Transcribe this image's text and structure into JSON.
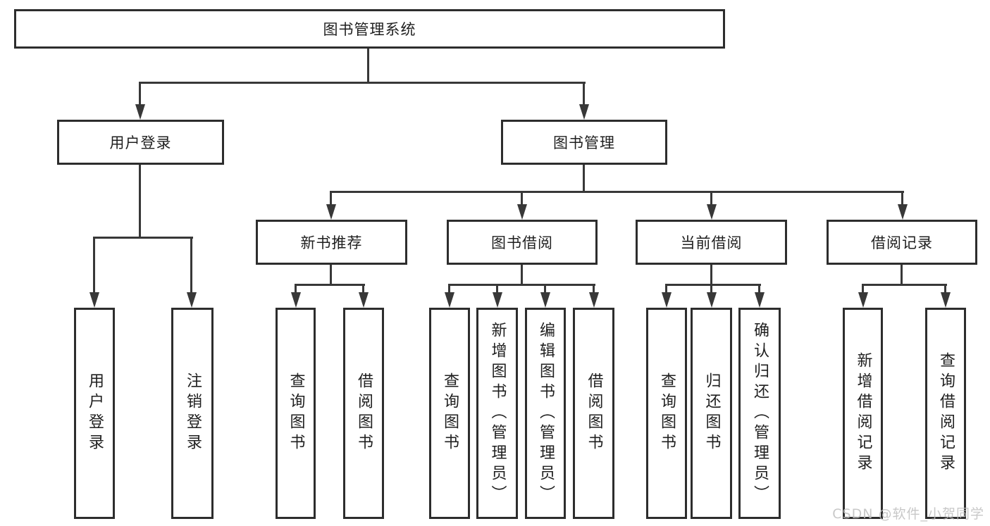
{
  "tree": {
    "label": "图书管理系统",
    "children": [
      {
        "label": "用户登录",
        "children": [
          {
            "label": "用户登录"
          },
          {
            "label": "注销登录"
          }
        ]
      },
      {
        "label": "图书管理",
        "children": [
          {
            "label": "新书推荐",
            "children": [
              {
                "label": "查询图书"
              },
              {
                "label": "借阅图书"
              }
            ]
          },
          {
            "label": "图书借阅",
            "children": [
              {
                "label": "查询图书"
              },
              {
                "label": "新增图书（管理员）"
              },
              {
                "label": "编辑图书（管理员）"
              },
              {
                "label": "借阅图书"
              }
            ]
          },
          {
            "label": "当前借阅",
            "children": [
              {
                "label": "查询图书"
              },
              {
                "label": "归还图书"
              },
              {
                "label": "确认归还（管理员）"
              }
            ]
          },
          {
            "label": "借阅记录",
            "children": [
              {
                "label": "新增借阅记录"
              },
              {
                "label": "查询借阅记录"
              }
            ]
          }
        ]
      }
    ]
  },
  "watermark": {
    "text": "CSDN @软件_小贺同学"
  },
  "colors": {
    "line": "#383838",
    "border": "#2d2d2d",
    "text": "#1f1f1f",
    "background": "#ffffff",
    "watermark": "#bfbfbf"
  }
}
